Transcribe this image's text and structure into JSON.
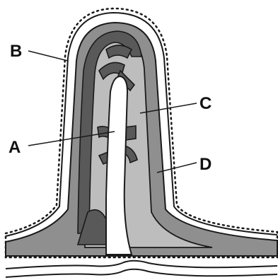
{
  "labels": {
    "a": "A",
    "b": "B",
    "c": "C",
    "d": "D"
  },
  "colors": {
    "outline": "#1a1a1a",
    "epithelium": "#ffffff",
    "outer_tissue": "#8f8f8f",
    "inner_tissue": "#bdbdbd",
    "vessels": "#595959",
    "lacteal": "#ffffff"
  }
}
